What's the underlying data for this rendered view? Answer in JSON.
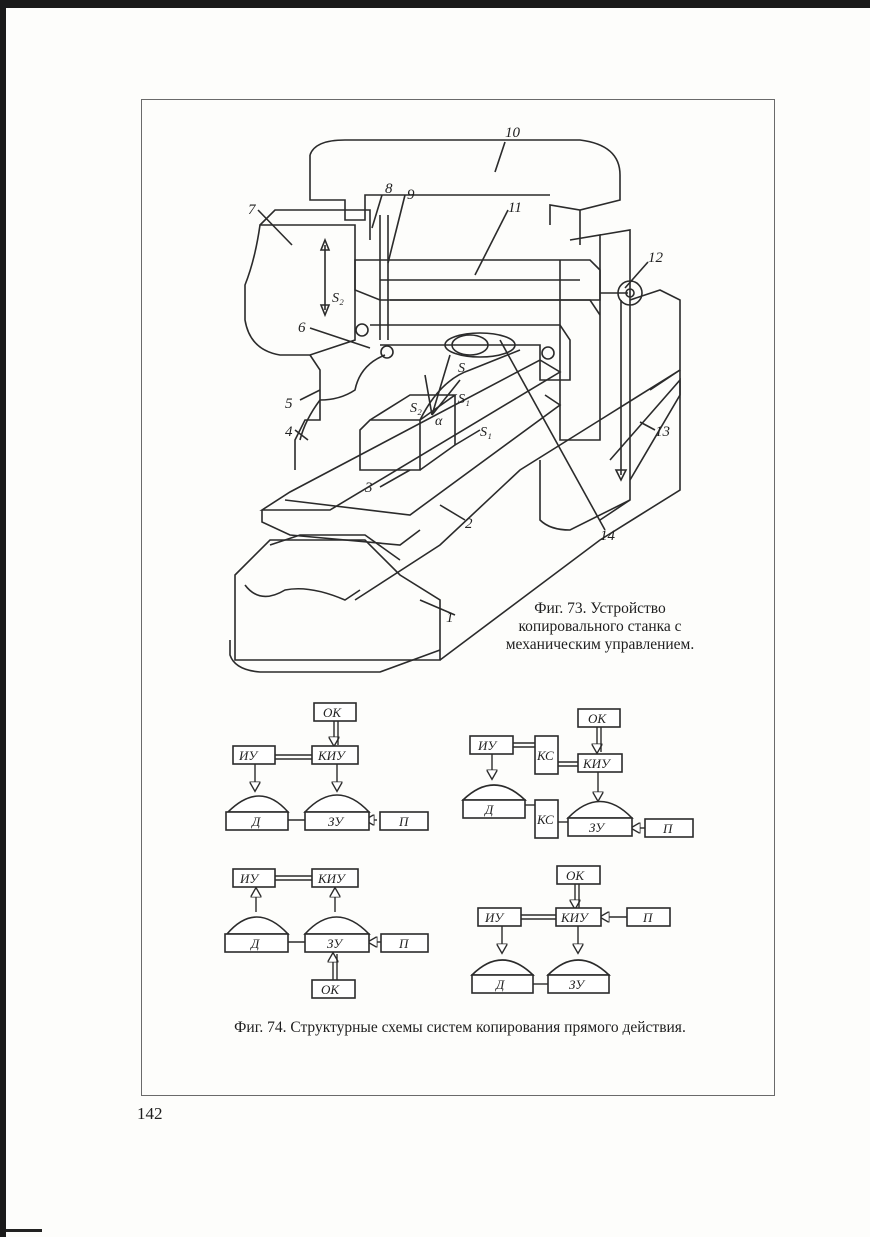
{
  "figure73": {
    "caption": "Фиг. 73. Устройство копировального станка с механическим управлением.",
    "callouts": [
      "1",
      "2",
      "3",
      "4",
      "5",
      "6",
      "7",
      "8",
      "9",
      "10",
      "11",
      "12",
      "13",
      "14"
    ],
    "vectors": [
      "S₂",
      "S",
      "S₂",
      "S₁",
      "α",
      "S₁"
    ]
  },
  "figure74": {
    "caption": "Фиг. 74. Структурные схемы систем копирования прямого действия.",
    "schemes": [
      {
        "blocks": [
          "ОК",
          "ИУ",
          "КИУ",
          "Д",
          "ЗУ",
          "П"
        ]
      },
      {
        "blocks": [
          "ОК",
          "ИУ",
          "КС",
          "КИУ",
          "Д",
          "КС",
          "ЗУ",
          "П"
        ]
      },
      {
        "blocks": [
          "ИУ",
          "КИУ",
          "Д",
          "ЗУ",
          "П",
          "ОК"
        ]
      },
      {
        "blocks": [
          "ОК",
          "ИУ",
          "КИУ",
          "П",
          "Д",
          "ЗУ"
        ]
      }
    ]
  },
  "page": {
    "number": "142"
  }
}
